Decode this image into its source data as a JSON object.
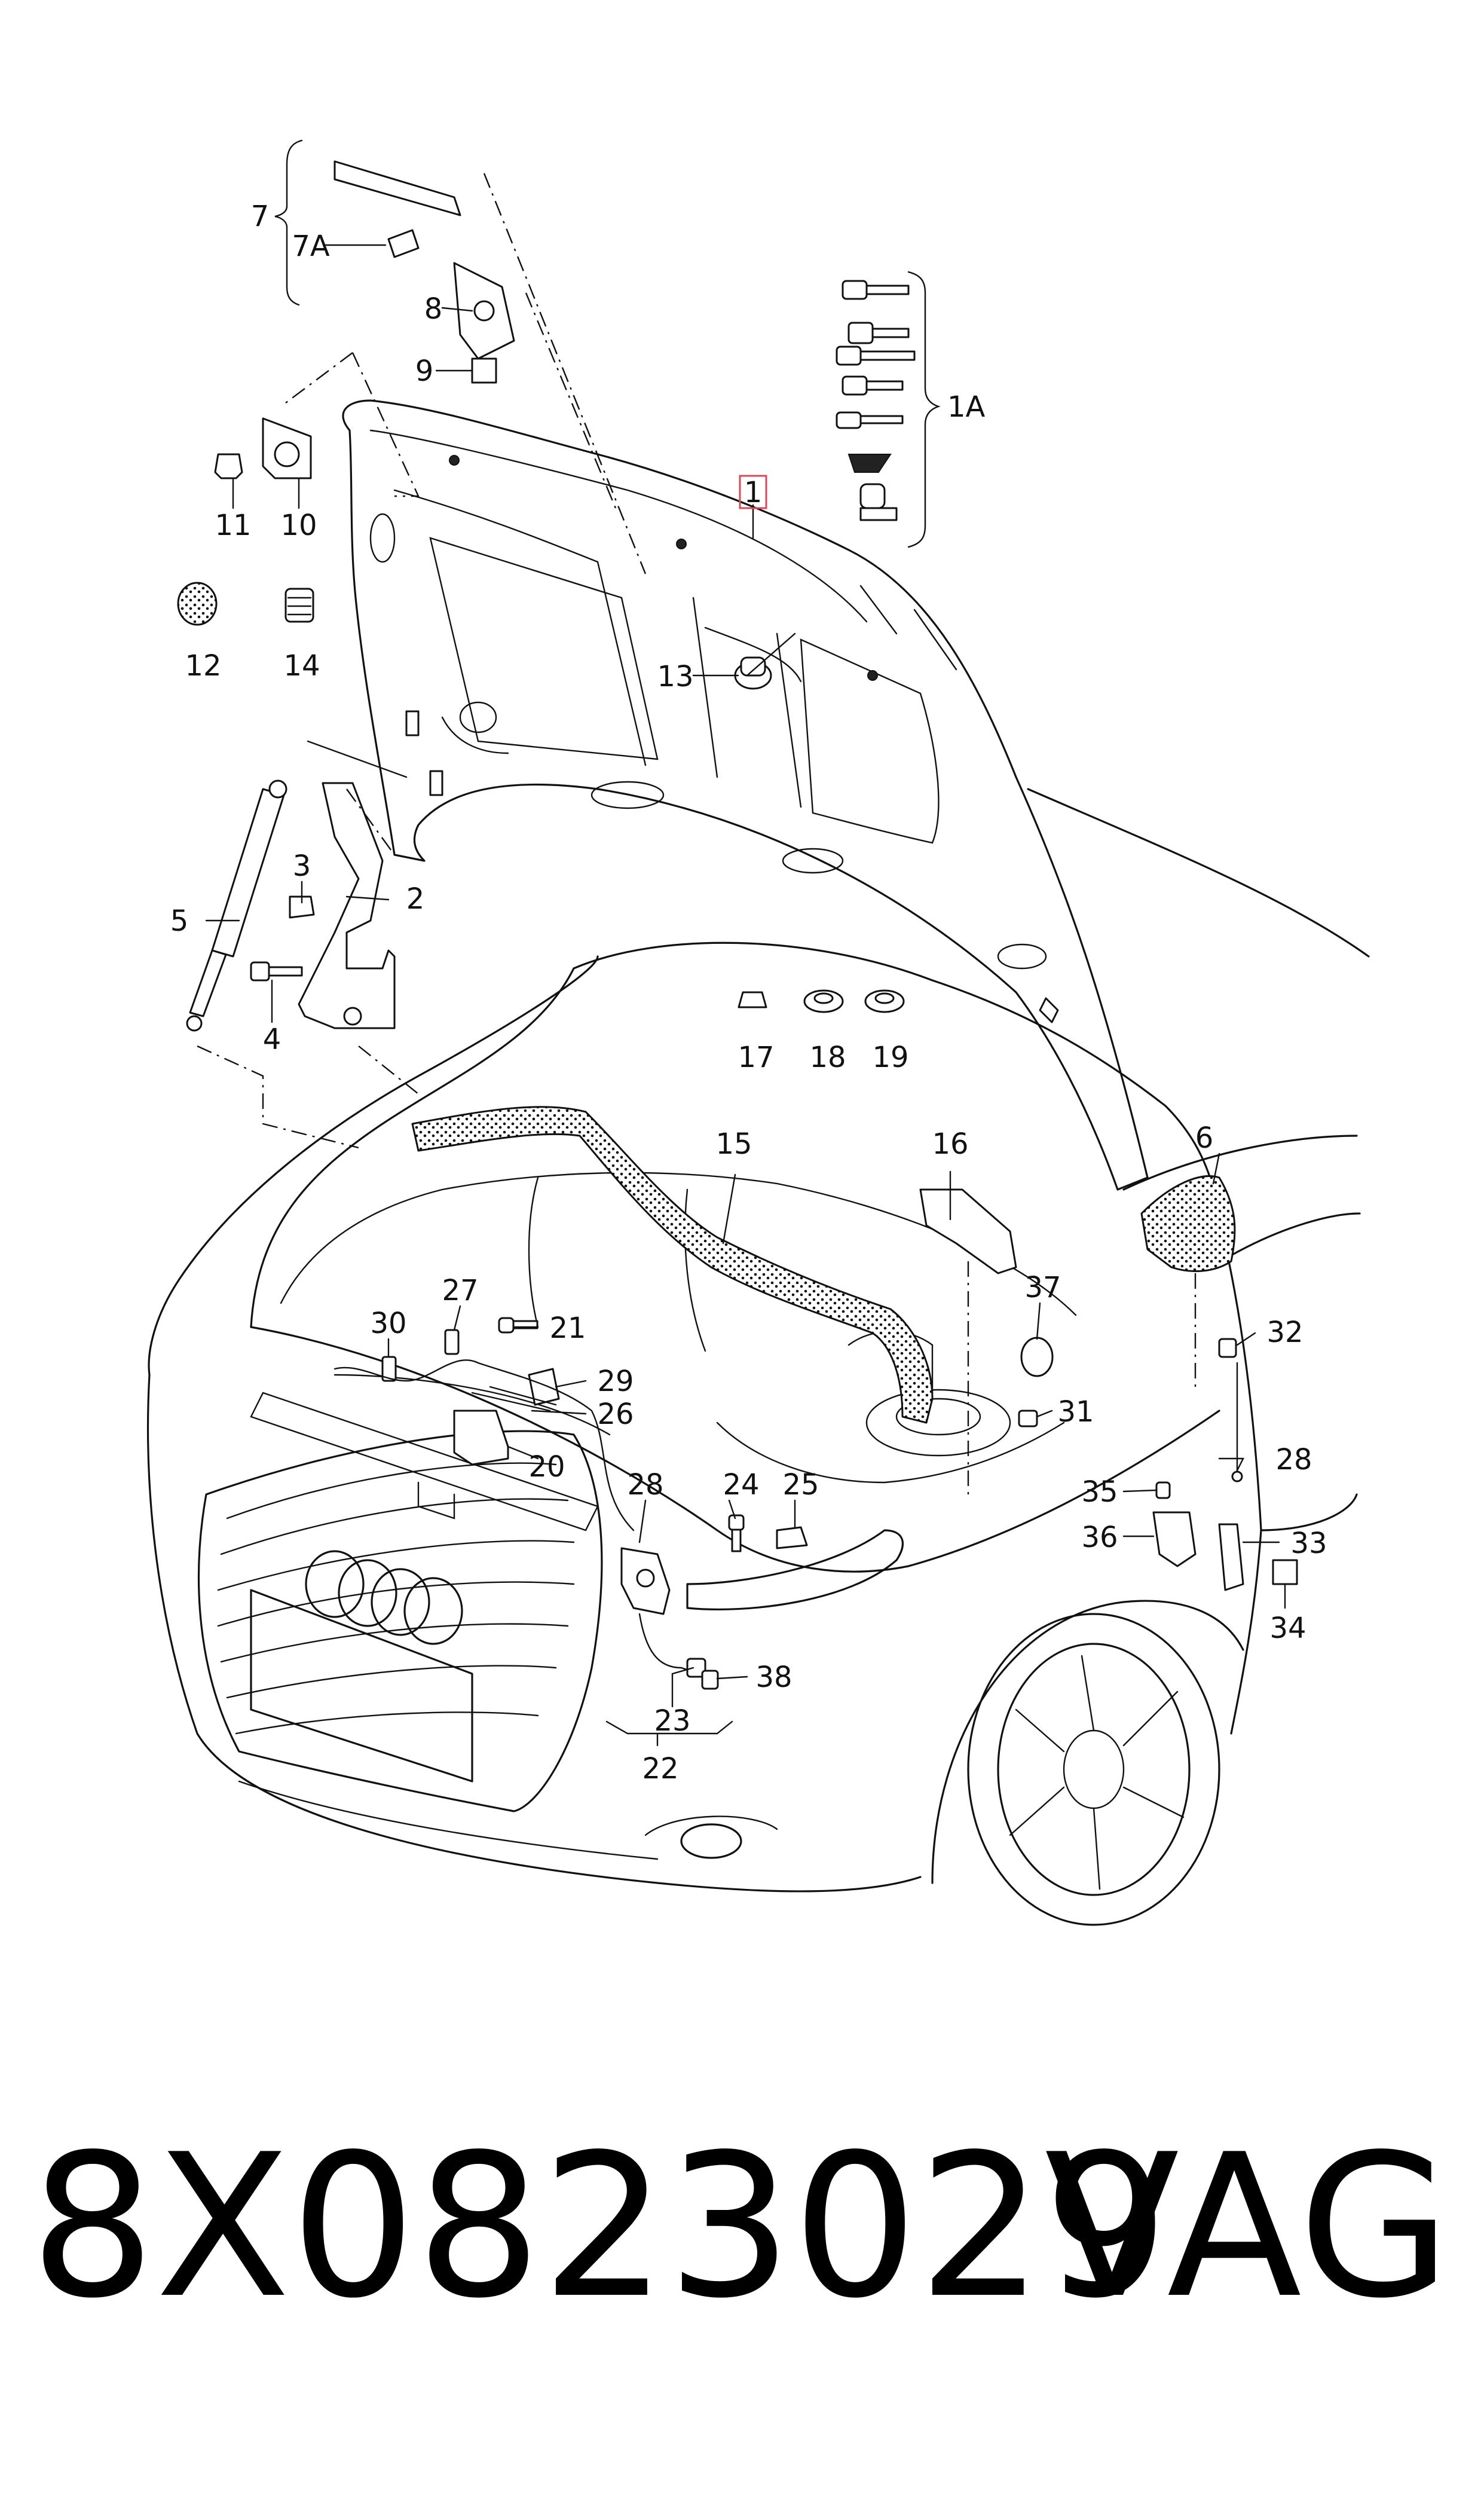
{
  "footer": {
    "part_number": "8X0823029",
    "brand": "VAG"
  },
  "highlighted_callout": "1",
  "callouts": [
    "1",
    "1A",
    "2",
    "3",
    "4",
    "5",
    "6",
    "7",
    "7A",
    "8",
    "9",
    "10",
    "11",
    "12",
    "13",
    "14",
    "15",
    "16",
    "17",
    "18",
    "19",
    "20",
    "21",
    "22",
    "23",
    "24",
    "25",
    "26",
    "27",
    "28",
    "29",
    "30",
    "31",
    "32",
    "33",
    "34",
    "35",
    "36",
    "37",
    "38"
  ],
  "colors": {
    "line": "#111111",
    "highlight_box": "#d64a5a",
    "background": "#ffffff"
  }
}
